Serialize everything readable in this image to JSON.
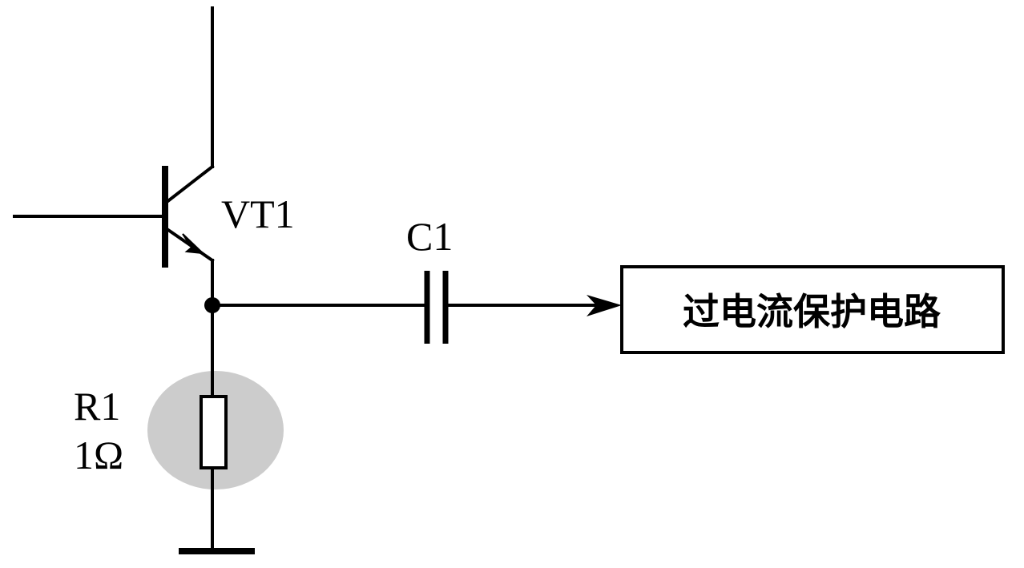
{
  "components": {
    "transistor": {
      "designator": "VT1"
    },
    "capacitor": {
      "designator": "C1"
    },
    "resistor": {
      "designator": "R1",
      "value": "1Ω"
    },
    "protection_block": {
      "label": "过电流保护电路"
    }
  },
  "colors": {
    "line": "#000000",
    "highlight": "#cccccc",
    "background": "#ffffff"
  }
}
